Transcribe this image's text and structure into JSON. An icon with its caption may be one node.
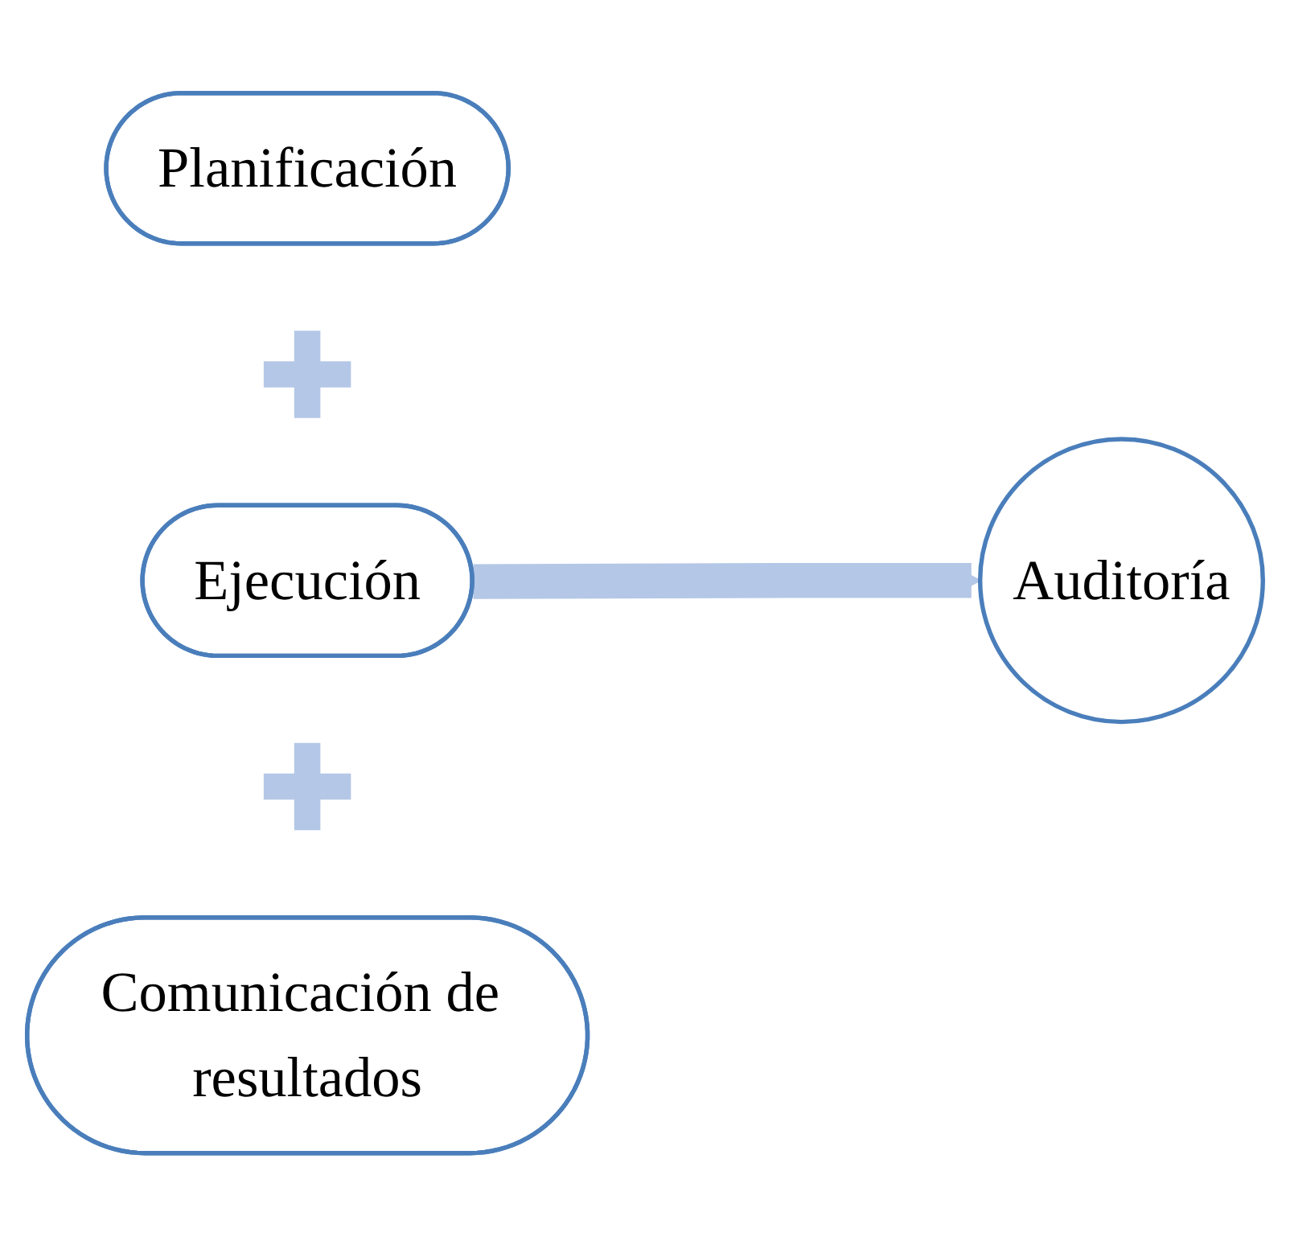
{
  "diagram": {
    "nodes": [
      {
        "text": [
          "Planificación"
        ]
      },
      {
        "text": [],
        "shape": "plus"
      },
      {
        "text": [
          "Ejecución"
        ]
      },
      {
        "text": [],
        "shape": "plus"
      },
      {
        "text": [
          "Comunicación de resultados"
        ]
      },
      {
        "text": [
          "Auditoría"
        ]
      }
    ],
    "edges": [
      {
        "from": 2,
        "to": 5,
        "arrow": "to"
      }
    ]
  }
}
